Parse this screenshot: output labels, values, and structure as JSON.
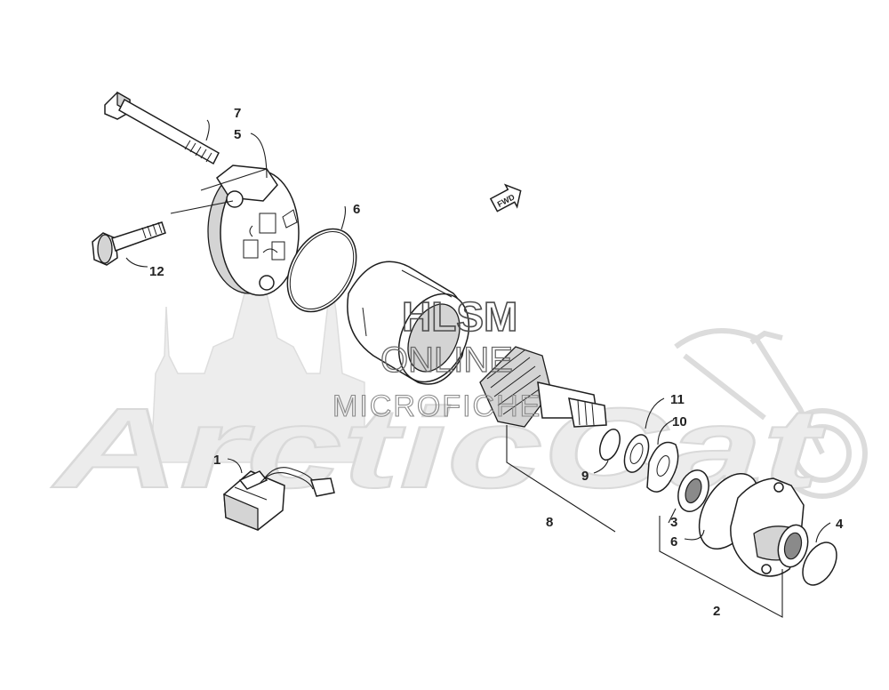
{
  "watermark": {
    "line1": "HLSM",
    "line2": "ONLINE",
    "line3": "MICROFICHE",
    "logo": "ArcticCat"
  },
  "direction_tag": "FWD",
  "callouts": [
    {
      "id": "7",
      "label": "7"
    },
    {
      "id": "5",
      "label": "5"
    },
    {
      "id": "6a",
      "label": "6"
    },
    {
      "id": "12",
      "label": "12"
    },
    {
      "id": "1",
      "label": "1"
    },
    {
      "id": "11",
      "label": "11"
    },
    {
      "id": "10",
      "label": "10"
    },
    {
      "id": "9",
      "label": "9"
    },
    {
      "id": "8",
      "label": "8"
    },
    {
      "id": "3",
      "label": "3"
    },
    {
      "id": "6b",
      "label": "6"
    },
    {
      "id": "4",
      "label": "4"
    },
    {
      "id": "2",
      "label": "2"
    }
  ]
}
